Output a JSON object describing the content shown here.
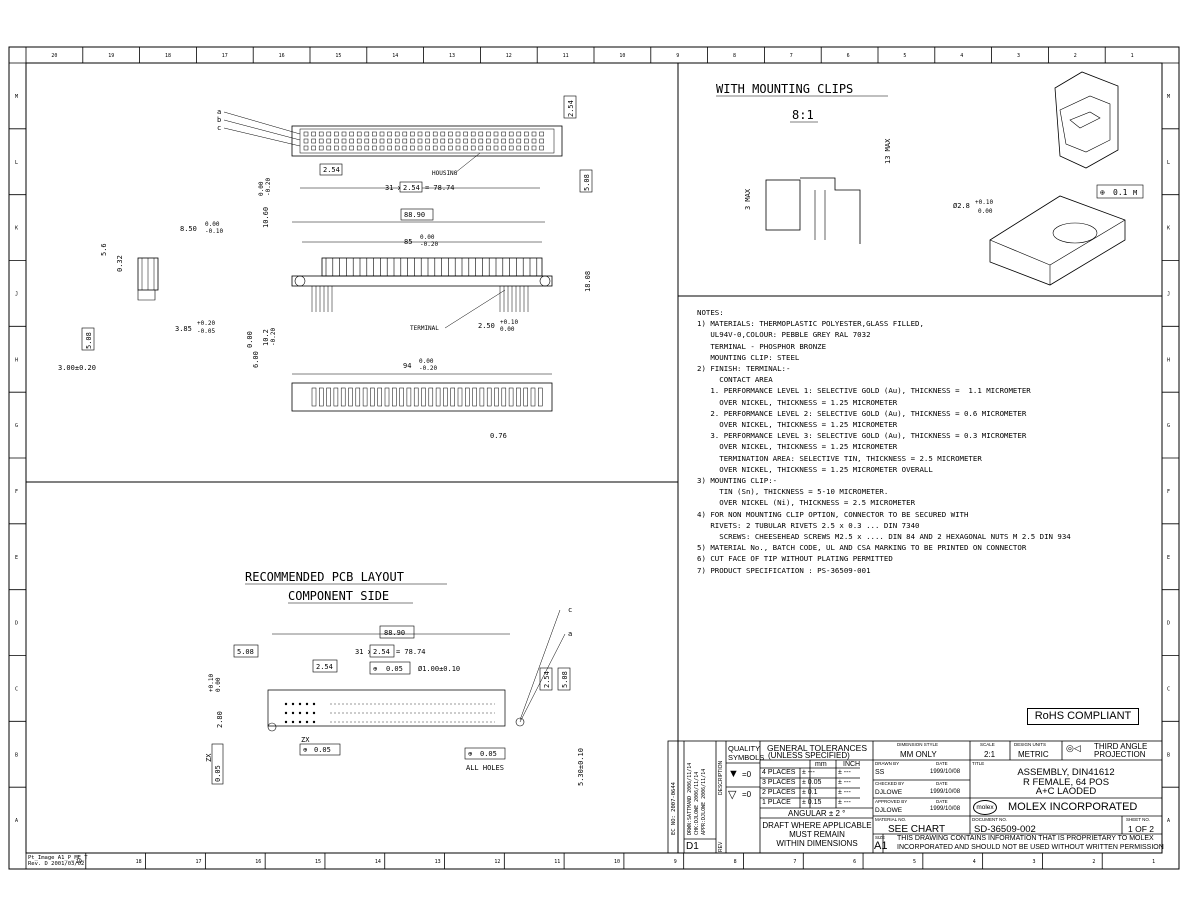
{
  "border": {
    "top_cols": [
      "20",
      "19",
      "18",
      "17",
      "16",
      "15",
      "14",
      "13",
      "12",
      "11",
      "10",
      "9",
      "8",
      "7",
      "6",
      "5",
      "4",
      "3",
      "2",
      "1"
    ],
    "bottom_cols": [
      "19",
      "18",
      "17",
      "16",
      "15",
      "14",
      "13",
      "12",
      "11",
      "10",
      "9",
      "8",
      "7",
      "6",
      "5",
      "4",
      "3",
      "2",
      "1"
    ],
    "rows": [
      "M",
      "L",
      "K",
      "J",
      "H",
      "G",
      "F",
      "E",
      "D",
      "C",
      "B",
      "A"
    ]
  },
  "views": {
    "clips_title": "WITH MOUNTING CLIPS",
    "clips_scale": "8:1",
    "pcb_title": "RECOMMENDED PCB LAYOUT",
    "pcb_subtitle": "COMPONENT SIDE",
    "row_labels": [
      "a",
      "b",
      "c"
    ],
    "dims": {
      "d254": "2.54",
      "d508": "5.08",
      "housing": "HOUSING",
      "pitch": "31 x",
      "pitch_eq": "= 78.74",
      "d1060": "10.60",
      "d8890": "88.90",
      "d85": "85",
      "d850": "8.50",
      "d56": "5.6",
      "d032": "0.32",
      "d1808": "18.08",
      "d385": "3.85",
      "terminal": "TERMINAL",
      "d250": "2.50",
      "d102": "10.2",
      "d600": "6.00",
      "d300": "3.00±0.20",
      "d94": "94",
      "d076": "0.76",
      "tol_000": "0.00",
      "tol_020": "-0.20",
      "tol_010": "-0.10",
      "tol_p020": "+0.20",
      "tol_m005": "-0.05",
      "tol_p010": "+0.10",
      "d3max": "3 MAX",
      "d13max": "13 MAX",
      "hole_tol": "Ø2.8",
      "d005": "0.05",
      "hole_dia": "Ø1.00±0.10",
      "d280": "2.80",
      "zx": "ZX",
      "all_holes": "ALL HOLES",
      "d530": "5.30±0.10",
      "pos_tol": "0.1",
      "datum_m": "M",
      "d001": "0.00"
    }
  },
  "notes": [
    "NOTES:",
    "1) MATERIALS: THERMOPLASTIC POLYESTER,GLASS FILLED,",
    "   UL94V-0,COLOUR: PEBBLE GREY RAL 7032",
    "   TERMINAL - PHOSPHOR BRONZE",
    "   MOUNTING CLIP: STEEL",
    "2) FINISH: TERMINAL:-",
    "     CONTACT AREA",
    "   1. PERFORMANCE LEVEL 1: SELECTIVE GOLD (Au), THICKNESS =  1.1 MICROMETER",
    "     OVER NICKEL, THICKNESS = 1.25 MICROMETER",
    "   2. PERFORMANCE LEVEL 2: SELECTIVE GOLD (Au), THICKNESS = 0.6 MICROMETER",
    "     OVER NICKEL, THICKNESS = 1.25 MICROMETER",
    "   3. PERFORMANCE LEVEL 3: SELECTIVE GOLD (Au), THICKNESS = 0.3 MICROMETER",
    "     OVER NICKEL, THICKNESS = 1.25 MICROMETER",
    "     TERMINATION AREA: SELECTIVE TIN, THICKNESS = 2.5 MICROMETER",
    "     OVER NICKEL, THICKNESS = 1.25 MICROMETER OVERALL",
    "3) MOUNTING CLIP:-",
    "     TIN (Sn), THICKNESS = 5-10 MICROMETER.",
    "     OVER NICKEL (Ni), THICKNESS = 2.5 MICROMETER",
    "4) FOR NON MOUNTING CLIP OPTION, CONNECTOR TO BE SECURED WITH",
    "   RIVETS: 2 TUBULAR RIVETS 2.5 x 0.3 ... DIN 7340",
    "     SCREWS: CHEESEHEAD SCREWS M2.5 x .... DIN 84 AND 2 HEXAGONAL NUTS M 2.5 DIN 934",
    "5) MATERIAL No., BATCH CODE, UL AND CSA MARKING TO BE PRINTED ON CONNECTOR",
    "6) CUT FACE OF TIP WITHOUT PLATING PERMITTED",
    "7) PRODUCT SPECIFICATION : PS-36509-001"
  ],
  "rohs": "RoHS COMPLIANT",
  "title_block": {
    "revisions": [
      "EC NO: 2007-0644",
      "DRWN:SATTMAND  2006/11/14",
      "CHK:DJLOWE  2006/11/14",
      "APPR:DJLOWE  2006/11/14"
    ],
    "rev_letter": "D1",
    "rev_label": "REV",
    "description_label": "DESCRIPTION",
    "quality_symbols": "QUALITY SYMBOLS",
    "general_tol": "GENERAL TOLERANCES",
    "unless": "(UNLESS SPECIFIED)",
    "mm": "mm",
    "inch": "INCH",
    "places": [
      "4 PLACES",
      "3 PLACES",
      "2 PLACES",
      "1 PLACE"
    ],
    "mm_vals": [
      "±  ---",
      "± 0.05",
      "± 0.1",
      "± 0.15"
    ],
    "inch_vals": [
      "±  ---",
      "±  ---",
      "±  ---",
      "±  ---"
    ],
    "angular": "ANGULAR ±  2  °",
    "draft": "DRAFT WHERE APPLICABLE",
    "must_remain": "MUST REMAIN",
    "within": "WITHIN DIMENSIONS",
    "dim_style_label": "DIMENSION STYLE",
    "dim_style": "MM ONLY",
    "scale_label": "SCALE",
    "scale": "2:1",
    "design_units_label": "DESIGN UNITS",
    "design_units": "METRIC",
    "projection": "THIRD ANGLE PROJECTION",
    "drawn_by_label": "DRAWN BY",
    "drawn_by": "SS",
    "drawn_date": "1999/10/08",
    "date_label": "DATE",
    "checked_label": "CHECKED BY",
    "checked_by": "DJLOWE",
    "checked_date": "1999/10/08",
    "approved_label": "APPROVED BY",
    "approved_by": "DJLOWE",
    "approved_date": "1999/10/08",
    "title_label": "TITLE",
    "title1": "ASSEMBLY, DIN41612",
    "title2": "R FEMALE, 64 POS",
    "title3": "A+C LAODED",
    "company": "MOLEX INCORPORATED",
    "logo": "molex",
    "material_label": "MATERIAL NO.",
    "material": "SEE CHART",
    "doc_label": "DOCUMENT NO.",
    "doc": "SD-36509-002",
    "sheet_label": "SHEET NO.",
    "sheet": "1 OF 2",
    "size_label": "SIZE",
    "size": "A1",
    "proprietary": "THIS DRAWING CONTAINS INFORMATION THAT IS PROPRIETARY TO MOLEX",
    "proprietary2": "INCORPORATED AND SHOULD NOT BE USED WITHOUT WRITTEN PERMISSION",
    "sym1": "=0",
    "sym2": "=0"
  },
  "footer": {
    "file": "Pt_Image A1_P_ME_T",
    "rev": "Rev. D 2001/03/02"
  }
}
